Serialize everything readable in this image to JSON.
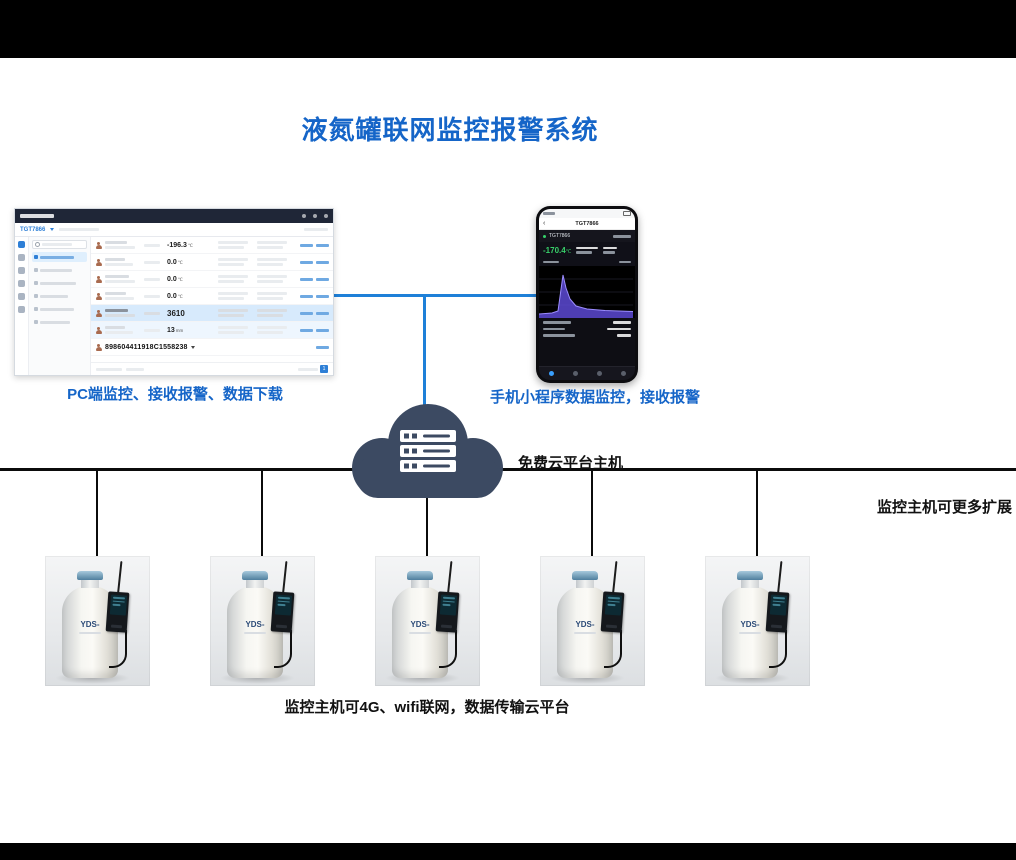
{
  "page_title": "液氮罐联网监控报警系统",
  "captions": {
    "pc": "PC端监控、接收报警、数据下载",
    "phone": "手机小程序数据监控，接收报警",
    "cloud": "免费云平台主机",
    "expand": "监控主机可更多扩展",
    "bottom": "监控主机可4G、wifi联网，数据传输云平台"
  },
  "pc_dashboard": {
    "device_tab": "TGT7866",
    "rows": [
      {
        "value": "-196.3",
        "unit": "℃"
      },
      {
        "value": "0.0",
        "unit": "℃"
      },
      {
        "value": "0.0",
        "unit": "℃"
      },
      {
        "value": "0.0",
        "unit": "℃"
      },
      {
        "value": "3610",
        "unit": ""
      },
      {
        "value": "13",
        "unit": "mm"
      }
    ],
    "device_id": "898604411918C1558238",
    "page": "1"
  },
  "phone_app": {
    "device_name": "TGT7866",
    "back_glyph": "‹",
    "temperature": "-170.4",
    "temperature_unit": "℃"
  },
  "tank": {
    "brand": "YDS-",
    "count": 5
  },
  "colors": {
    "title_blue": "#1565c8",
    "connector_blue": "#1e80d8",
    "cloud_navy": "#3c4a62",
    "trunk_black": "#0b0b0b",
    "highlight_row": "#d7eafc",
    "temp_green": "#38d06a"
  }
}
